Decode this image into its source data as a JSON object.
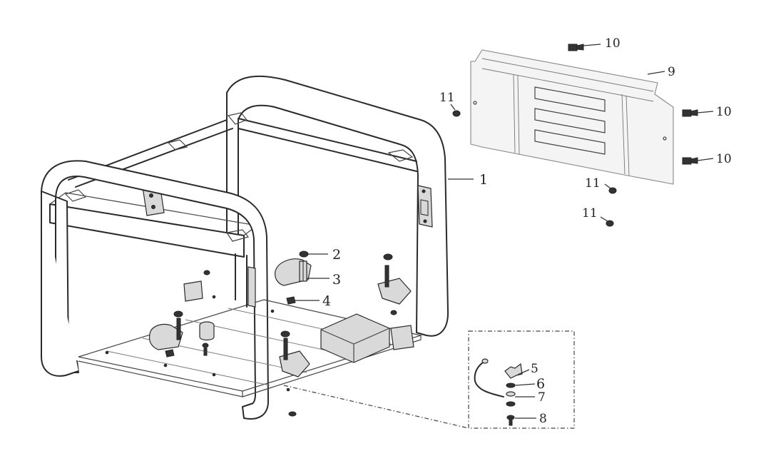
{
  "callouts": {
    "c1": "1",
    "c2": "2",
    "c3": "3",
    "c4": "4",
    "c5": "5",
    "c6": "6",
    "c7": "7",
    "c8": "8",
    "c9": "9",
    "c10a": "10",
    "c10b": "10",
    "c10c": "10",
    "c11a": "11",
    "c11b": "11",
    "c11c": "11"
  },
  "colors": {
    "line": "#2a2a2a",
    "panel_fill": "#f4f4f4",
    "part_fill": "#d9d9d9",
    "background": "#ffffff"
  }
}
